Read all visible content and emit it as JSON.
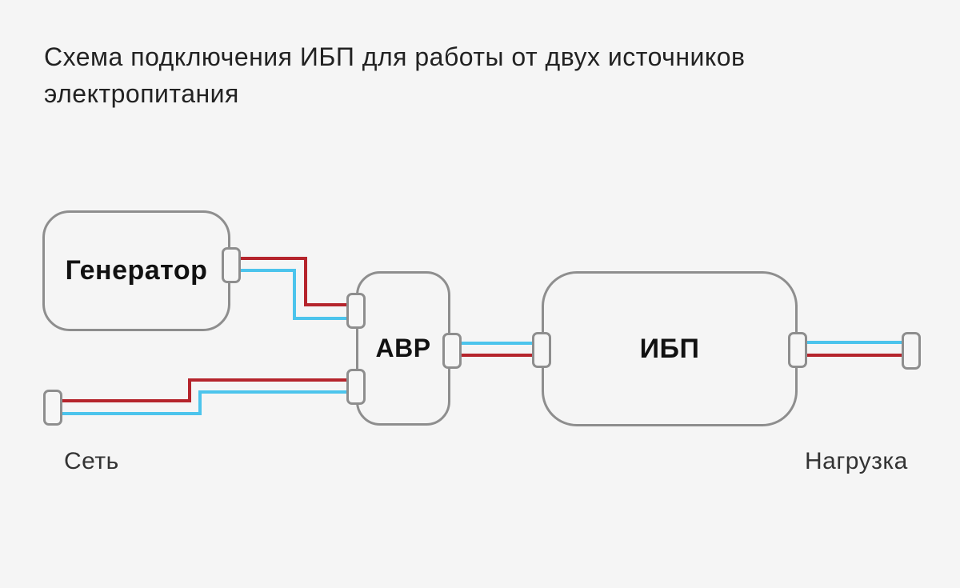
{
  "title": "Схема подключения ИБП для работы от двух источников электропитания",
  "colors": {
    "background": "#f5f5f5",
    "box_border": "#8e8e8e",
    "port_fill": "#f6f6f6",
    "wire_red": "#b5242c",
    "wire_blue": "#4cc4ec",
    "text": "#222222"
  },
  "nodes": {
    "generator": {
      "label": "Генератор"
    },
    "ats": {
      "label": "АВР"
    },
    "ups": {
      "label": "ИБП"
    }
  },
  "endpoints": {
    "mains": {
      "label": "Сеть"
    },
    "load": {
      "label": "Нагрузка"
    }
  },
  "wires": [
    {
      "from": "generator",
      "to": "ats",
      "color": "red"
    },
    {
      "from": "generator",
      "to": "ats",
      "color": "blue"
    },
    {
      "from": "mains",
      "to": "ats",
      "color": "red"
    },
    {
      "from": "mains",
      "to": "ats",
      "color": "blue"
    },
    {
      "from": "ats",
      "to": "ups",
      "color": "blue"
    },
    {
      "from": "ats",
      "to": "ups",
      "color": "red"
    },
    {
      "from": "ups",
      "to": "load",
      "color": "blue"
    },
    {
      "from": "ups",
      "to": "load",
      "color": "red"
    }
  ]
}
